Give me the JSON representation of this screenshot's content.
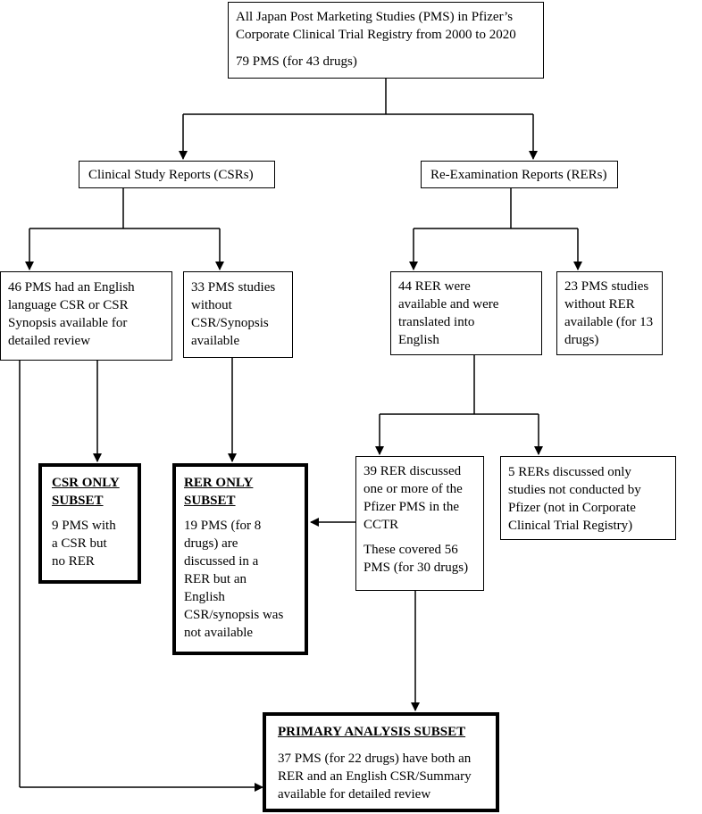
{
  "root": {
    "line1": "All Japan Post Marketing Studies (PMS) in Pfizer’s",
    "line2": "Corporate Clinical Trial Registry from 2000 to 2020",
    "count": "79 PMS (for 43 drugs)"
  },
  "csr": {
    "label": "Clinical Study Reports (CSRs)"
  },
  "rer": {
    "label": "Re-Examination Reports (RERs)"
  },
  "csr_available": {
    "l1": "46 PMS had an English",
    "l2": "language CSR or CSR",
    "l3": "Synopsis available for",
    "l4": "detailed review"
  },
  "csr_missing": {
    "l1": "33 PMS studies",
    "l2": "without",
    "l3": "CSR/Synopsis",
    "l4": "available"
  },
  "rer_available": {
    "l1": "44 RER were",
    "l2": "available and were",
    "l3": "translated into",
    "l4": "English"
  },
  "rer_missing": {
    "l1": "23 PMS studies",
    "l2": "without RER",
    "l3": "available (for 13",
    "l4": "drugs)"
  },
  "csr_only": {
    "title1": "CSR ONLY",
    "title2": "SUBSET",
    "l1": "9 PMS with",
    "l2": "a CSR but",
    "l3": "no RER"
  },
  "rer_only": {
    "title1": "RER ONLY",
    "title2": "SUBSET",
    "l1": "19 PMS (for 8",
    "l2": "drugs) are",
    "l3": "discussed in a",
    "l4": "RER but an",
    "l5": "English",
    "l6": "CSR/synopsis was",
    "l7": "not available"
  },
  "rer_discussed": {
    "l1": "39 RER discussed",
    "l2": "one or more of the",
    "l3": "Pfizer PMS in the",
    "l4": "CCTR",
    "l5": "These covered 56",
    "l6": "PMS (for 30 drugs)"
  },
  "rer_other": {
    "l1": "5 RERs discussed only",
    "l2": "studies not conducted by",
    "l3": "Pfizer (not in Corporate",
    "l4": "Clinical Trial Registry)"
  },
  "primary": {
    "title": "PRIMARY ANALYSIS SUBSET",
    "l1": "37 PMS (for 22 drugs) have both an",
    "l2": "RER and an English CSR/Summary",
    "l3": "available for detailed review"
  }
}
